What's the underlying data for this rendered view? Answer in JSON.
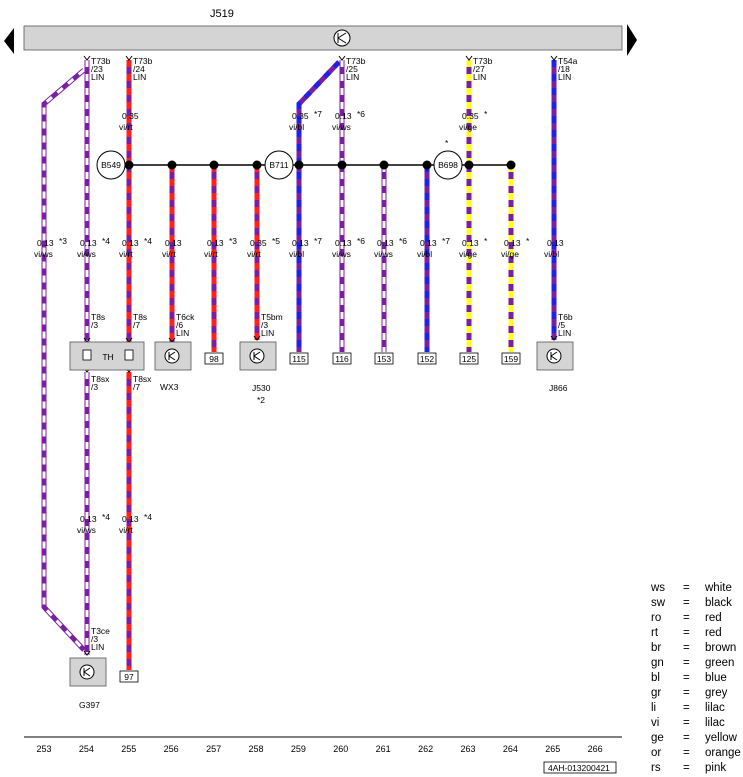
{
  "title": "J519",
  "colors": {
    "vi": "#7b1fa2",
    "ws": "#ffffff",
    "rt": "#ff2020",
    "bl": "#2020e6",
    "ge": "#ffff20"
  },
  "wires": [
    {
      "id": "w254",
      "col_label": "254",
      "conn_top": [
        "T73b",
        "/23",
        "LIN"
      ],
      "size": "0.13",
      "code": "vi/ws",
      "note": "*4",
      "conn_bottom": [
        "T8s",
        "/3"
      ],
      "conn_lower": [
        "T8sx",
        "/3"
      ],
      "size2": "0.13",
      "code2": "vi/ws",
      "note2": "*4",
      "conn_end": [
        "T3ce",
        "/3",
        "LIN"
      ],
      "colors": [
        "vi",
        "ws"
      ]
    },
    {
      "id": "w253",
      "size": "0.13",
      "code": "vi/ws",
      "note": "*3",
      "colors": [
        "vi",
        "ws"
      ]
    },
    {
      "id": "w255",
      "conn_top": [
        "T73b",
        "/24",
        "LIN"
      ],
      "size_top": "0.35",
      "code_top": "vi/rt",
      "size": "0.13",
      "code": "vi/rt",
      "note": "*4",
      "conn_bottom": [
        "T8s",
        "/7"
      ],
      "conn_lower": [
        "T8sx",
        "/7"
      ],
      "size2": "0.13",
      "code2": "vi/rt",
      "note2": "*4",
      "end_box": "97",
      "colors": [
        "vi",
        "rt"
      ]
    },
    {
      "id": "w256",
      "size": "0.13",
      "code": "vi/rt",
      "conn_bottom": [
        "T6ck",
        "/6",
        "LIN"
      ],
      "colors": [
        "vi",
        "rt"
      ]
    },
    {
      "id": "w257",
      "size": "0.13",
      "code": "vi/rt",
      "note": "*3",
      "end_box": "98",
      "colors": [
        "vi",
        "rt"
      ]
    },
    {
      "id": "w258",
      "size": "0.35",
      "code": "vi/rt",
      "note": "*5",
      "conn_bottom": [
        "T5bm",
        "/3",
        "LIN"
      ],
      "colors": [
        "vi",
        "rt"
      ]
    },
    {
      "id": "w259",
      "size_top": "0.35",
      "code_top": "vi/bl",
      "note_top": "*7",
      "size": "0.13",
      "code": "vi/bl",
      "note": "*7",
      "end_box": "115",
      "colors": [
        "vi",
        "bl"
      ]
    },
    {
      "id": "w260",
      "conn_top": [
        "T73b",
        "/25",
        "LIN"
      ],
      "size_top": "0.13",
      "code_top": "vi/ws",
      "note_top": "*6",
      "size": "0.13",
      "code": "vi/ws",
      "note": "*6",
      "end_box": "116",
      "colors": [
        "vi",
        "ws"
      ]
    },
    {
      "id": "w261",
      "size": "0.13",
      "code": "vi/ws",
      "note": "*6",
      "end_box": "153",
      "colors": [
        "vi",
        "ws"
      ]
    },
    {
      "id": "w262",
      "size": "0.13",
      "code": "vi/bl",
      "note": "*7",
      "end_box": "152",
      "colors": [
        "vi",
        "bl"
      ]
    },
    {
      "id": "w263",
      "conn_top": [
        "T73b",
        "/27",
        "LIN"
      ],
      "size_top": "0.35",
      "code_top": "vi/ge",
      "note_top": "*",
      "size": "0.13",
      "code": "vi/ge",
      "note": "*",
      "end_box": "125",
      "colors": [
        "vi",
        "ge"
      ]
    },
    {
      "id": "w264",
      "size": "0.13",
      "code": "vi/ge",
      "note": "*",
      "end_box": "159",
      "colors": [
        "vi",
        "ge"
      ]
    },
    {
      "id": "w265",
      "conn_top": [
        "T54a",
        "/18",
        "LIN"
      ],
      "size": "0.13",
      "code": "vi/bl",
      "conn_bottom": [
        "T6b",
        "/5",
        "LIN"
      ],
      "colors": [
        "vi",
        "bl"
      ]
    }
  ],
  "splices": [
    "B549",
    "B711",
    "B698"
  ],
  "splice_star": "*",
  "components": {
    "th": "TH",
    "wx3": "WX3",
    "j530": "J530",
    "j530_note": "*2",
    "j866": "J866",
    "g397": "G397"
  },
  "columns": [
    "253",
    "254",
    "255",
    "256",
    "257",
    "258",
    "259",
    "260",
    "261",
    "262",
    "263",
    "264",
    "265",
    "266"
  ],
  "doc_id": "4AH-013200421",
  "legend": [
    {
      "code": "ws",
      "eq": "=",
      "name": "white"
    },
    {
      "code": "sw",
      "eq": "=",
      "name": "black"
    },
    {
      "code": "ro",
      "eq": "=",
      "name": "red"
    },
    {
      "code": "rt",
      "eq": "=",
      "name": "red"
    },
    {
      "code": "br",
      "eq": "=",
      "name": "brown"
    },
    {
      "code": "gn",
      "eq": "=",
      "name": "green"
    },
    {
      "code": "bl",
      "eq": "=",
      "name": "blue"
    },
    {
      "code": "gr",
      "eq": "=",
      "name": "grey"
    },
    {
      "code": "li",
      "eq": "=",
      "name": "lilac"
    },
    {
      "code": "vi",
      "eq": "=",
      "name": "lilac"
    },
    {
      "code": "ge",
      "eq": "=",
      "name": "yellow"
    },
    {
      "code": "or",
      "eq": "=",
      "name": "orange"
    },
    {
      "code": "rs",
      "eq": "=",
      "name": "pink"
    }
  ]
}
